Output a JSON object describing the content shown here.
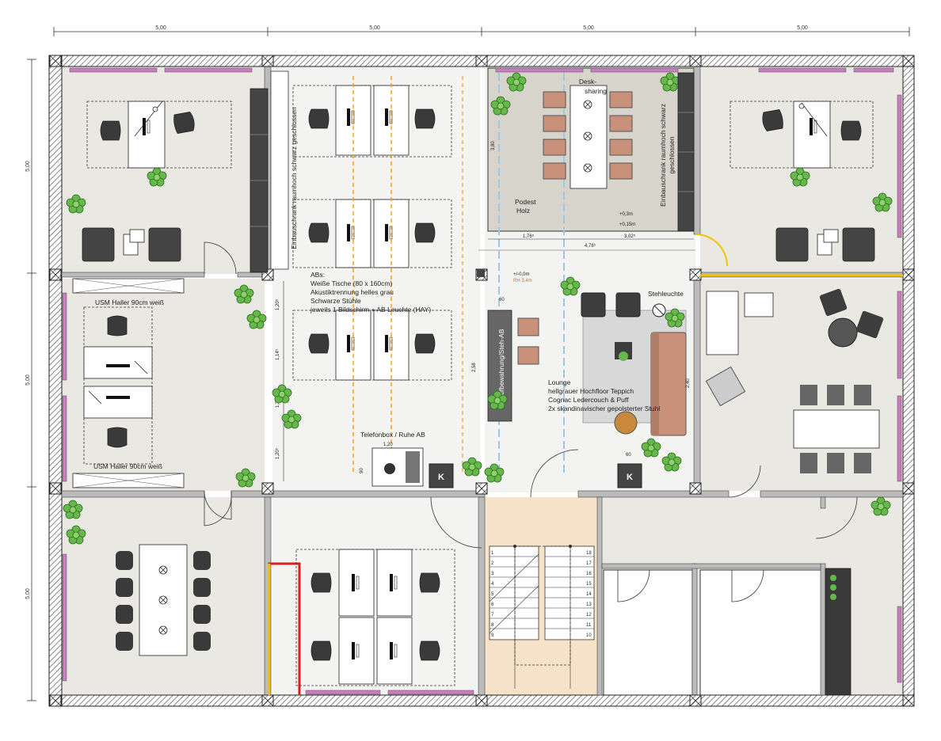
{
  "dimensions": {
    "top": [
      "5,00",
      "5,00",
      "5,00",
      "5,00"
    ],
    "left": [
      "5,00",
      "5,00",
      "5,00"
    ]
  },
  "labels": {
    "desk_sharing_1": "Desk-",
    "desk_sharing_2": "sharing",
    "podest_1": "Podest",
    "podest_2": "Holz",
    "cabinet_left": "Einbauschrank raumhoch schwarz geschlossen",
    "cabinet_right_1": "Einbauschrank raumhoch schwarz",
    "cabinet_right_2": "geschlossen",
    "usm_top": "USM Haller 90cm weiß",
    "usm_bottom": "USM Haller 90cm weiß",
    "abs_1": "ABs:",
    "abs_2": "Weiße Tische (80 x 160cm)",
    "abs_3": "Akustiktrennung helles grau",
    "abs_4": "Schwarze Stühle",
    "abs_5": "jeweils 1 Bildschirm + AB Leuchte (HAY)",
    "lounge_1": "Lounge",
    "lounge_2": "hellgrauer Hochfloor Teppich",
    "lounge_3": "Cognac Ledercouch & Puff",
    "lounge_4": "2x skandinavischer gepolsterter Stuhl",
    "stehleuchte": "Stehleuchte",
    "telefonbox": "Telefonbox / Ruhe AB",
    "aufbewahrung": "Aufbewahrung/Steh-AB",
    "kitchen_k": "K",
    "level_1": "+/-0,0m",
    "level_2": "RH 3,4m",
    "podest_h1": "+0,3m",
    "podest_h2": "+0,15m"
  },
  "small_dims": {
    "podest_w1": "1,76⁵",
    "podest_w2": "3,02⁵",
    "podest_total": "4,78⁵",
    "podest_h": "3,80",
    "ab_dim_1": "1,20⁵",
    "ab_dim_2": "1,14⁵",
    "ab_dim_3": "1,20⁵",
    "ab_dim_4": "1,20⁵",
    "aufb_w": "60",
    "aufb_h": "2,58",
    "lounge_h": "2,40",
    "lounge_w": "60",
    "telefon_w": "1,20",
    "telefon_h": "90"
  },
  "stairs": {
    "left": [
      "1",
      "2",
      "3",
      "4",
      "5",
      "6",
      "7",
      "8",
      "9"
    ],
    "right": [
      "18",
      "17",
      "16",
      "15",
      "14",
      "13",
      "12",
      "11",
      "10"
    ]
  },
  "colors": {
    "wall_hatch": "#555555",
    "floor": "#e9e8e2",
    "podest": "#d6d4cb",
    "stair_area": "#f5e2c8",
    "acoustic_panel": "#c97cbf",
    "cognac": "#c9917a",
    "chair": "#3a3a3a",
    "plant": "#67b84a",
    "yellow_line": "#f2c200",
    "red_line": "#d81e1e",
    "orange_line": "#f0a030",
    "blue_line": "#9cc9e6"
  }
}
